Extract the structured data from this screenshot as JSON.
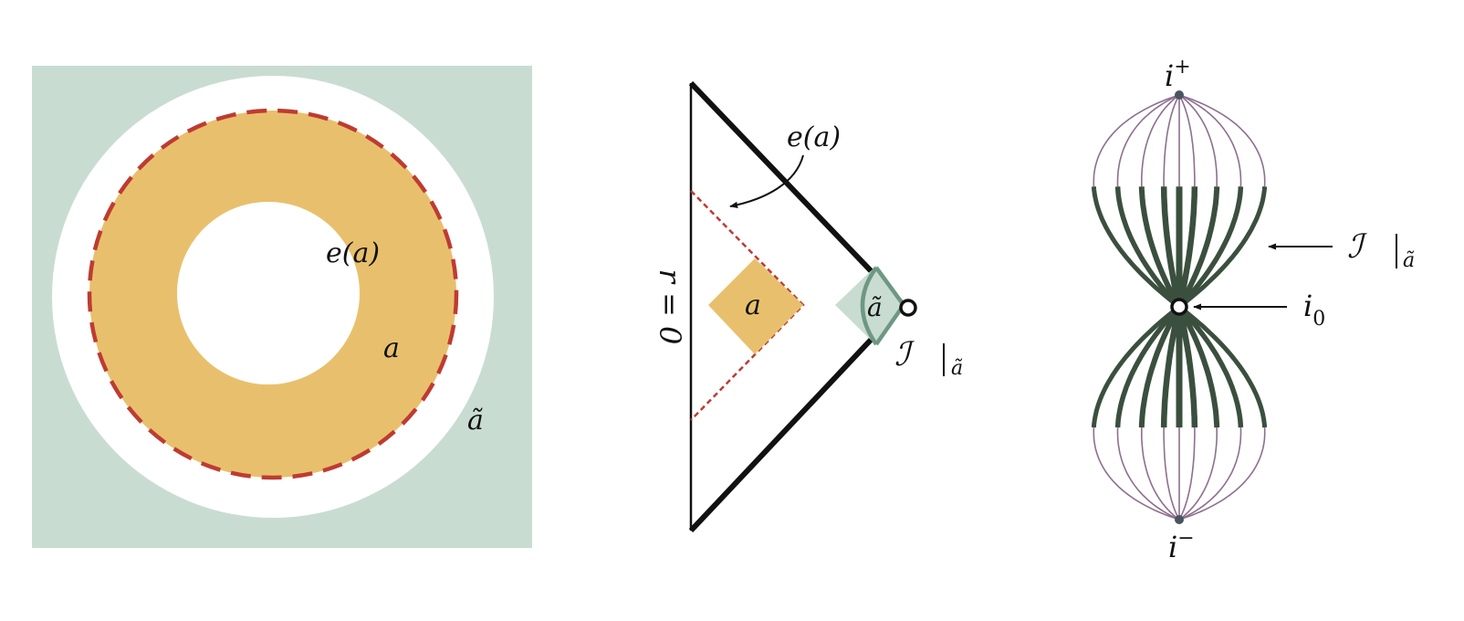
{
  "panel_left": {
    "label_boundary": "e(a)",
    "label_region": "a",
    "label_complement": "ã",
    "colors": {
      "complement": "#c9dcd2",
      "region": "#e8c06d",
      "boundary": "#be3b32"
    }
  },
  "panel_middle": {
    "label_axis": "r = 0",
    "label_boundary": "e(a)",
    "label_region": "a",
    "label_complement": "ã",
    "label_scri": "ℐ",
    "label_scri_sub": "ã",
    "colors": {
      "region": "#e8c06d",
      "boundary": "#be3b32",
      "complement_fill": "#c9dcd2",
      "complement_edge": "#6e9883"
    }
  },
  "panel_right": {
    "label_top": "i",
    "label_top_sup": "+",
    "label_bottom": "i",
    "label_bottom_sup": "−",
    "label_scri": "ℐ",
    "label_scri_sub": "ã",
    "label_spatial": "i",
    "label_spatial_sub": "0",
    "colors": {
      "thin": "#8d6f8f",
      "thick": "#3b4f3e",
      "endpoint": "#4a5560"
    }
  }
}
